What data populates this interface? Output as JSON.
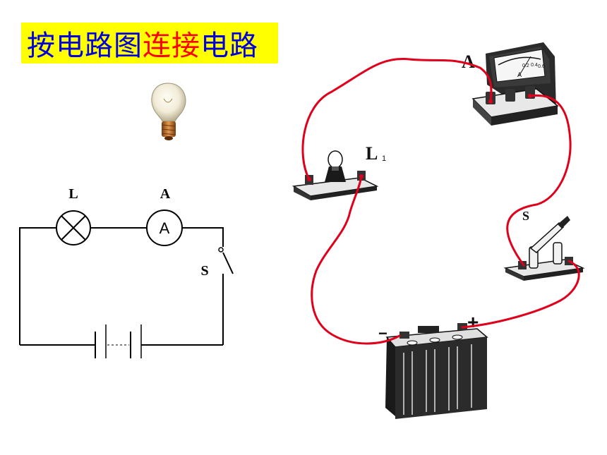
{
  "title": {
    "part1": "按电路图",
    "part2": "连接",
    "part3": "电路"
  },
  "colors": {
    "title_bg": "#ffff00",
    "title_blue": "#0000dd",
    "title_red": "#ff0000",
    "wire_red": "#e0001b"
  },
  "schematic": {
    "lamp_label": "L",
    "ammeter_label": "A",
    "ammeter_symbol": "A",
    "switch_label": "S"
  },
  "physical": {
    "ammeter_label": "A",
    "lamp_label": "L",
    "lamp_subscript": "1",
    "switch_label": "S",
    "battery_plus": "+",
    "battery_minus": "−",
    "meter_scale": [
      "0.2",
      "0.4",
      "0.6"
    ],
    "meter_symbol": "A"
  }
}
